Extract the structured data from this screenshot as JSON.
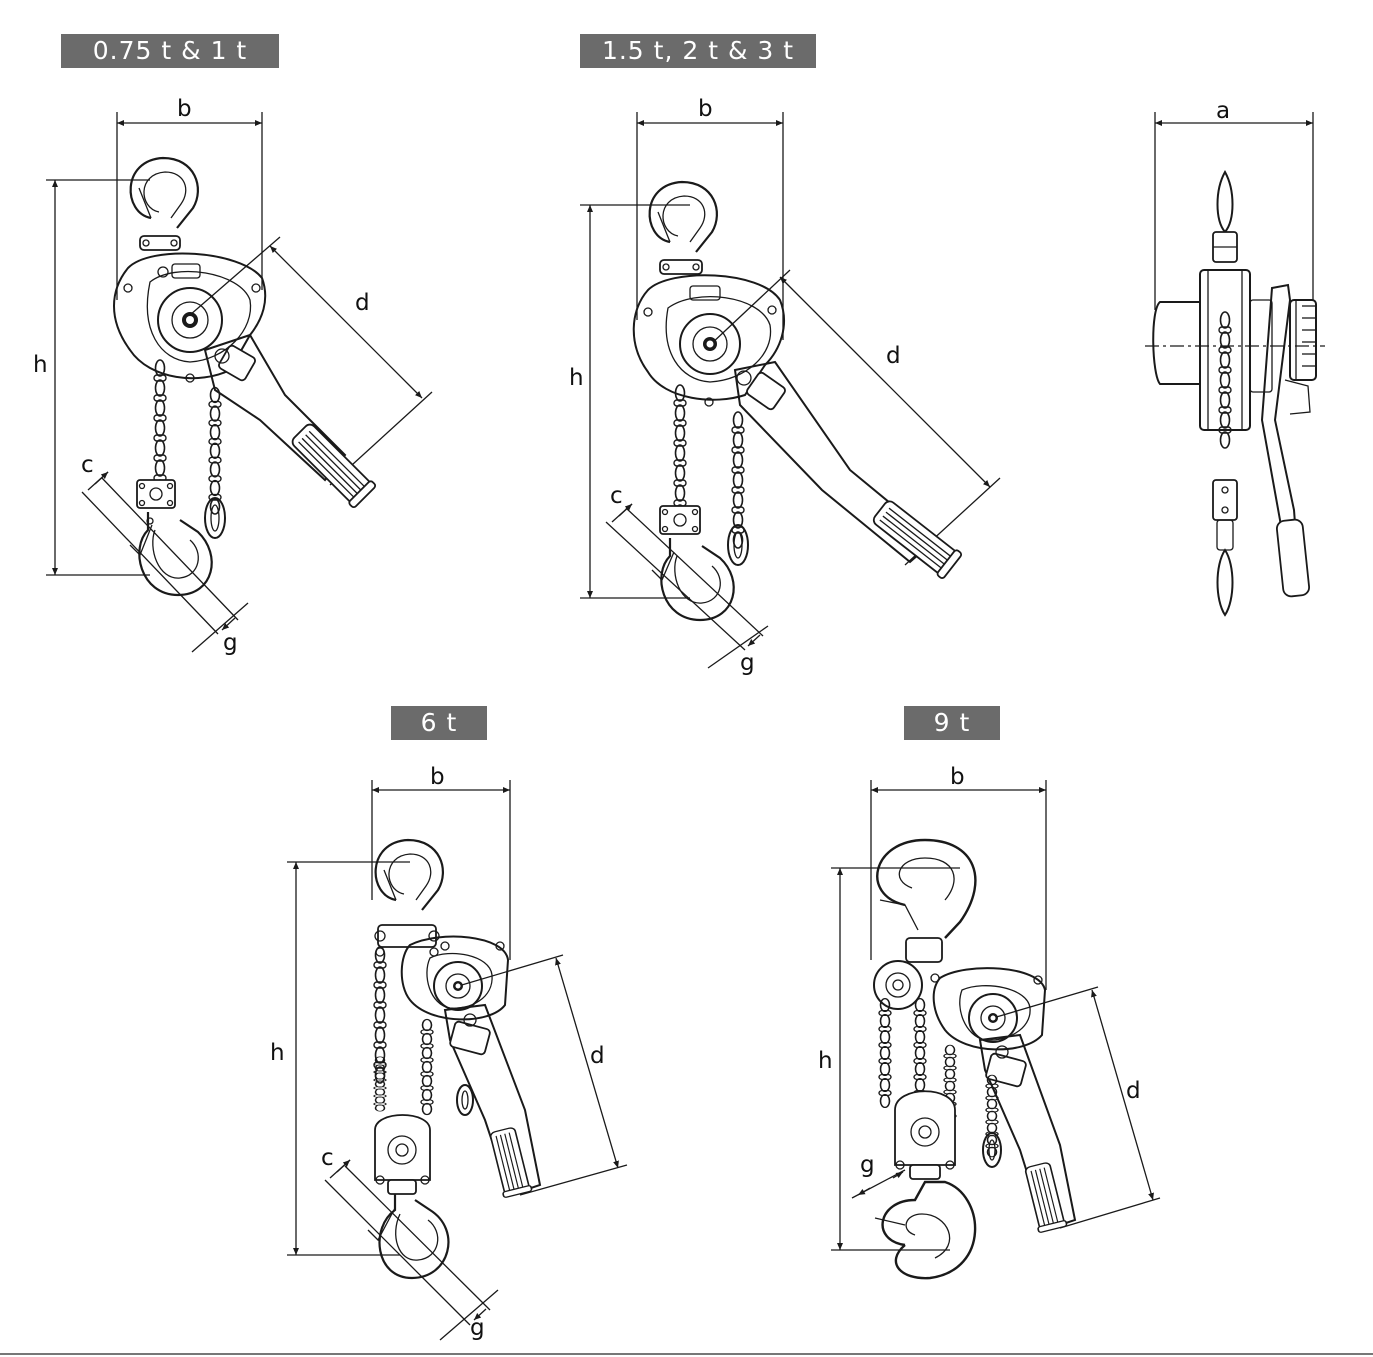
{
  "title_badges": {
    "model_1": "0.75 t & 1 t",
    "model_2": "1.5 t, 2 t & 3 t",
    "model_3": "6 t",
    "model_4": "9 t"
  },
  "dimension_labels": {
    "a": "a",
    "b": "b",
    "c": "c",
    "d": "d",
    "g": "g",
    "h": "h"
  }
}
